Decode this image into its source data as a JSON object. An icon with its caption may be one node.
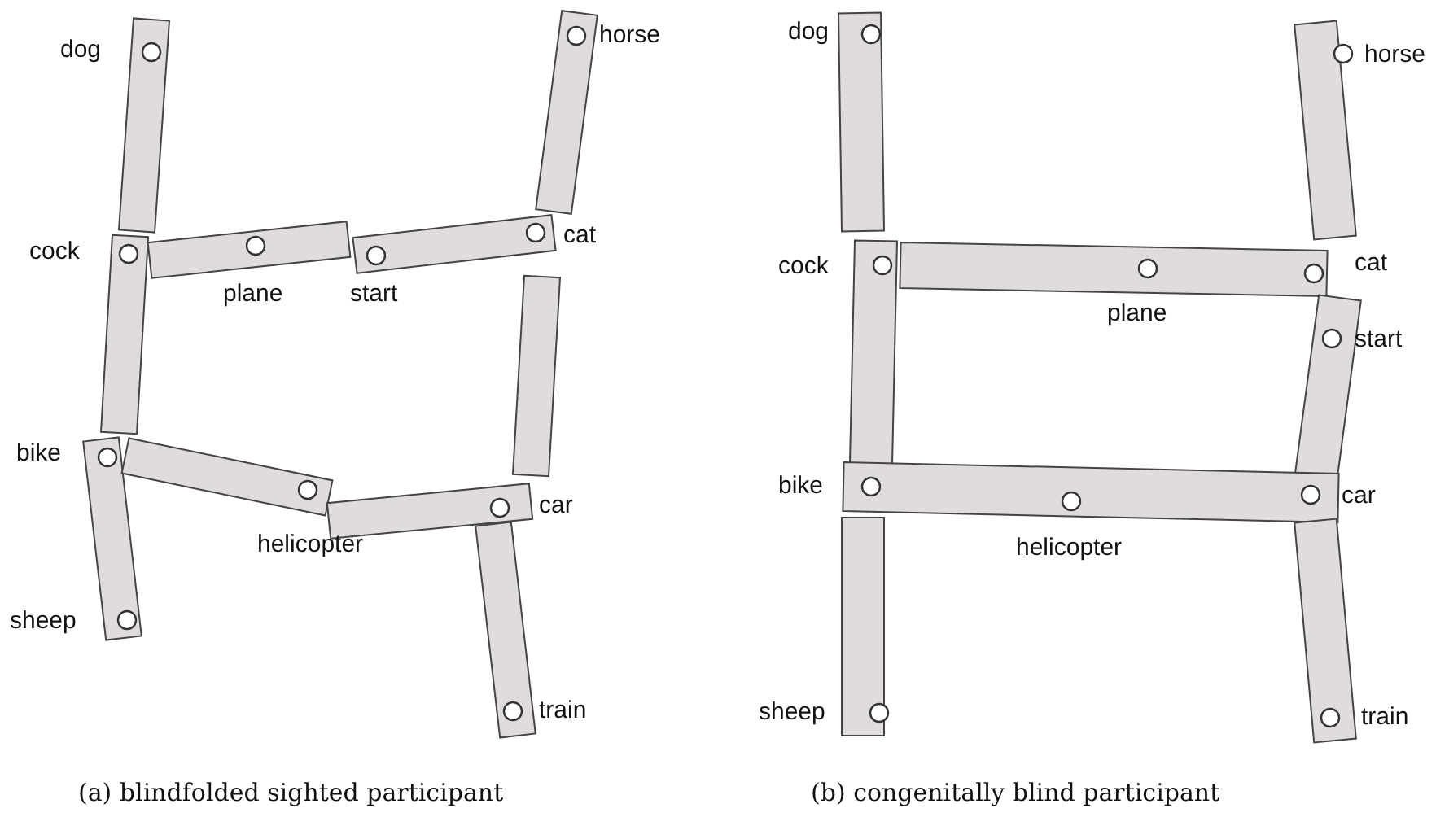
{
  "diagram": {
    "labels": [
      "dog",
      "horse",
      "cock",
      "plane",
      "start",
      "cat",
      "bike",
      "helicopter",
      "car",
      "sheep",
      "train",
      "dog",
      "horse",
      "cock",
      "cat",
      "plane",
      "start",
      "bike",
      "car",
      "helicopter",
      "sheep",
      "train",
      "(a) blindfolded sighted participant",
      "(b) congenitally blind participant"
    ]
  }
}
